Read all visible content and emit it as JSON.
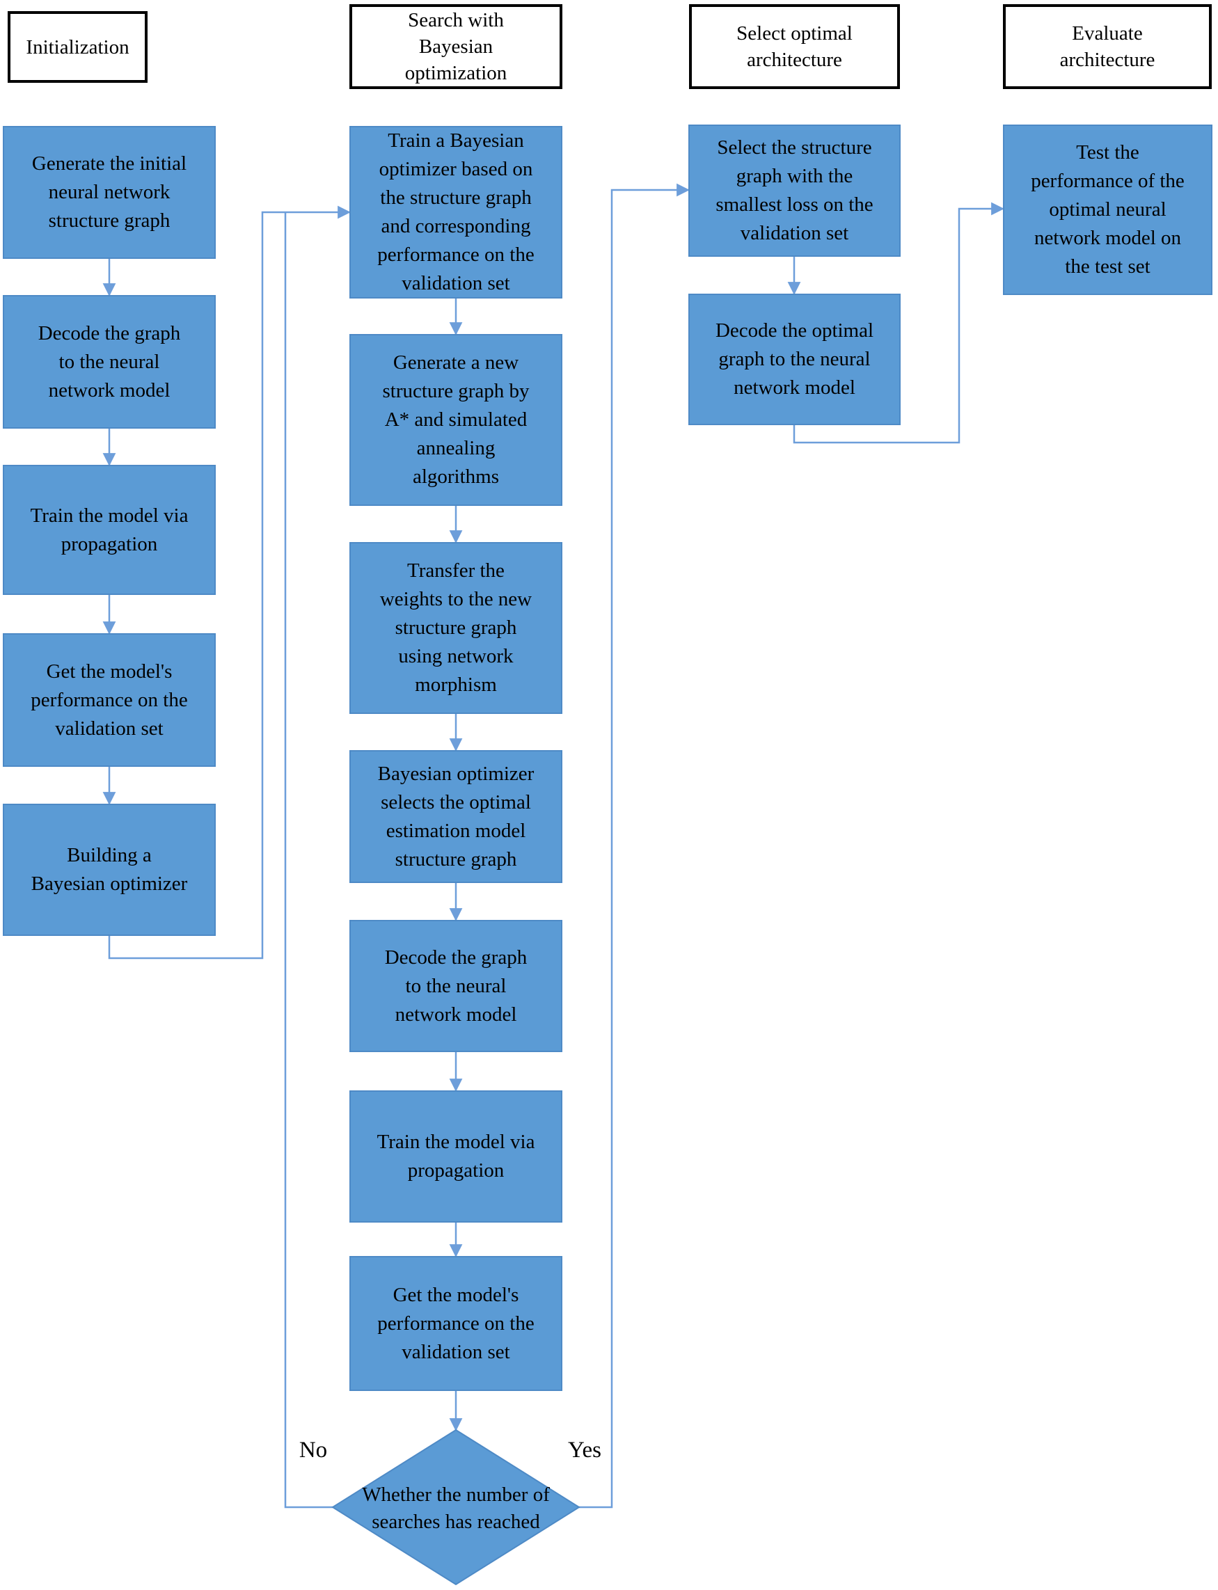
{
  "colors": {
    "box_fill": "#5b9bd5",
    "box_stroke": "#4e8ac6",
    "connector": "#6d9eda",
    "header_border": "#000000",
    "text": "#000000",
    "background": "#ffffff"
  },
  "columns": [
    {
      "header": "Initialization",
      "boxes": [
        "Generate the initial\nneural network\nstructure graph",
        "Decode the graph\nto the neural\nnetwork model",
        "Train the model via\npropagation",
        "Get the model's\nperformance on the\nvalidation set",
        "Building a\nBayesian optimizer"
      ]
    },
    {
      "header": "Search with\nBayesian\noptimization",
      "boxes": [
        "Train a Bayesian\noptimizer based on\nthe structure graph\nand corresponding\nperformance on the\nvalidation set",
        "Generate a new\nstructure graph by\nA* and simulated\nannealing\nalgorithms",
        "Transfer the\nweights to the new\nstructure graph\nusing network\nmorphism",
        "Bayesian optimizer\nselects the optimal\nestimation model\nstructure graph",
        "Decode the graph\nto the neural\nnetwork model",
        "Train the model via\npropagation",
        "Get the model's\nperformance on the\nvalidation set"
      ]
    },
    {
      "header": "Select optimal\narchitecture",
      "boxes": [
        "Select the structure\ngraph with the\nsmallest loss on the\nvalidation set",
        "Decode the optimal\ngraph to the neural\nnetwork model"
      ]
    },
    {
      "header": "Evaluate\narchitecture",
      "boxes": [
        "Test the\nperformance of the\noptimal neural\nnetwork model on\nthe test set"
      ]
    }
  ],
  "decision": {
    "text": "Whether the number of\nsearches has reached",
    "no": "No",
    "yes": "Yes"
  }
}
